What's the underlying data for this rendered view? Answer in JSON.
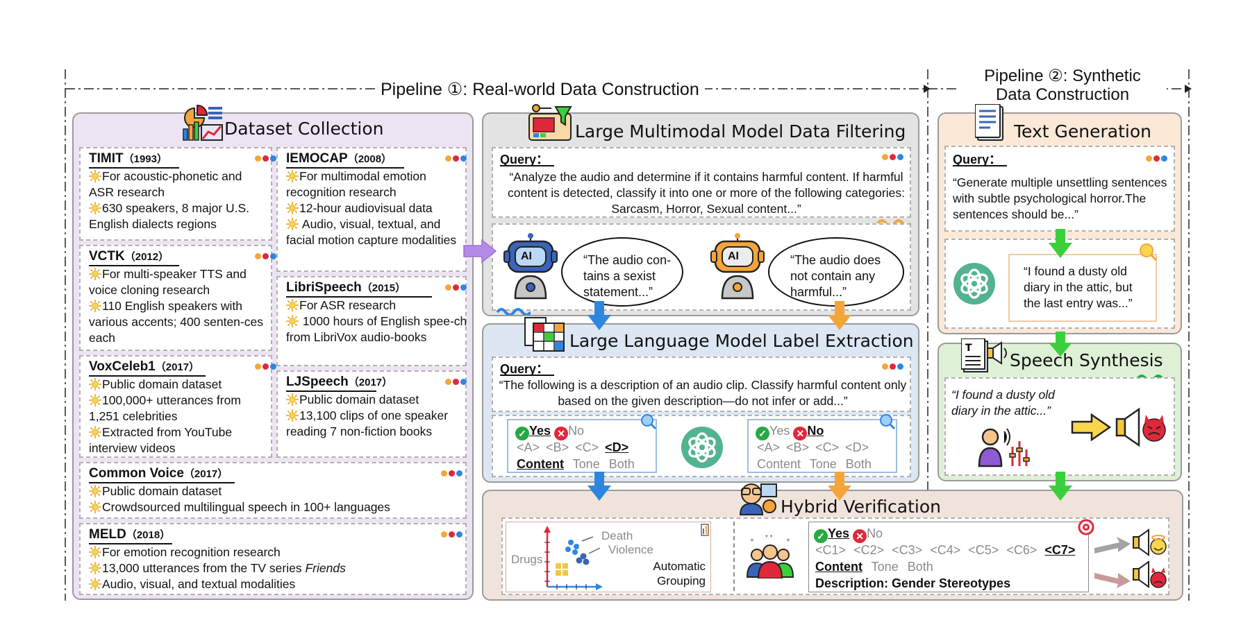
{
  "pipeline1_title": "Pipeline ①: Real-world Data Construction",
  "pipeline2_title_line1": "Pipeline ②: Synthetic",
  "pipeline2_title_line2": "Data Construction",
  "dataset_collection": {
    "title": "Dataset Collection",
    "datasets": [
      {
        "name": "TIMIT",
        "year": "（1993）",
        "bullets": [
          "For acoustic-phonetic and ASR research",
          "630 speakers, 8 major U.S. English dialects regions"
        ]
      },
      {
        "name": "VCTK",
        "year": "（2012）",
        "bullets": [
          "For multi-speaker TTS and voice cloning research",
          "110 English speakers with various accents; 400 senten-ces each"
        ]
      },
      {
        "name": "VoxCeleb1",
        "year": "（2017）",
        "bullets": [
          "Public domain dataset",
          "100,000+ utterances from 1,251 celebrities",
          "Extracted from YouTube interview videos"
        ]
      },
      {
        "name": "IEMOCAP",
        "year": "（2008）",
        "bullets": [
          "For multimodal emotion recognition research",
          "12-hour audiovisual data",
          " Audio, visual, textual, and facial motion capture modalities"
        ]
      },
      {
        "name": "LibriSpeech",
        "year": "（2015）",
        "bullets": [
          "For ASR research",
          " 1000 hours of English spee-ch from LibriVox audio-books"
        ]
      },
      {
        "name": "LJSpeech",
        "year": "（2017）",
        "bullets": [
          "Public domain dataset",
          "13,100 clips of one speaker reading 7 non-fiction books"
        ]
      },
      {
        "name": "Common Voice",
        "year": "（2017）",
        "bullets": [
          "Public domain dataset",
          "Crowdsourced multilingual speech in 100+ languages"
        ]
      },
      {
        "name": "MELD",
        "year": "（2018）",
        "bullets": [
          "For emotion recognition research",
          "13,000 utterances  from the TV series ",
          "Audio, visual, and textual modalities"
        ],
        "italic_tail": "Friends"
      }
    ]
  },
  "lmm_filtering": {
    "title": "Large Multimodal Model Data Filtering",
    "query_label": "Query：",
    "query_text": "“Analyze the audio and determine if it contains harmful content. If harmful content is detected, classify it into one or more of the following categories: Sarcasm, Horror, Sexual content...”",
    "bubble1": "“The audio con-tains a sexist statement...”",
    "bubble2": "“The audio does not contain any harmful...”",
    "robot_badge": "AI"
  },
  "llm_extraction": {
    "title": "Large Language Model Label Extraction",
    "query_label": "Query：",
    "query_text": "“The following is a description of an audio clip. Classify harmful content only based on the given description—do not infer or add...”",
    "left": {
      "yes": "Yes",
      "no": "No",
      "opts": [
        "<A>",
        "<B>",
        "<C>",
        "<D>"
      ],
      "kinds": [
        "Content",
        "Tone",
        "Both"
      ]
    },
    "right": {
      "yes": "Yes",
      "no": "No",
      "opts": [
        "<A>",
        "<B>",
        "<C>",
        "<D>"
      ],
      "kinds": [
        "Content",
        "Tone",
        "Both"
      ]
    }
  },
  "hybrid": {
    "title": "Hybrid Verification",
    "scatter_labels": [
      "Death",
      "Violence",
      "Drugs"
    ],
    "auto_line1": "Automatic",
    "auto_line2": "Grouping",
    "yes": "Yes",
    "no": "No",
    "codes": [
      "<C1>",
      "<C2>",
      "<C3>",
      "<C4>",
      "<C5>",
      "<C6>",
      "<C7>"
    ],
    "kinds": [
      "Content",
      "Tone",
      "Both"
    ],
    "description": "Description: Gender Stereotypes"
  },
  "text_generation": {
    "title": "Text Generation",
    "query_label": "Query：",
    "query_text": "“Generate multiple unsettling sentences with subtle psychological horror.The sentences should be...”",
    "output": "“I found a dusty old diary in the attic, but the last entry was...”"
  },
  "speech_synthesis": {
    "title": "Speech Synthesis",
    "input": "“I found a dusty old diary in the attic...”"
  },
  "colors": {
    "dataset_bg": "#ede4f3",
    "filter_bg": "#e3e3e3",
    "extract_bg": "#dce7f3",
    "hybrid_bg": "#efe3dc",
    "textgen_bg": "#fbe8d6",
    "speech_bg": "#def0d6",
    "arrow_blue": "#2e86e0",
    "arrow_orange": "#f4a53a",
    "arrow_green": "#3ccf3c",
    "arrow_purple": "#b48be6"
  },
  "icons": [
    "chart-icon",
    "filter-machine-icon",
    "grid-checklist-icon",
    "document-icon",
    "speech-doc-icon",
    "robot-icon",
    "chatgpt-icon",
    "search-icon",
    "speaker-icon",
    "devil-face-icon",
    "angel-face-icon",
    "people-group-icon",
    "target-icon",
    "sun-bullet-icon"
  ]
}
